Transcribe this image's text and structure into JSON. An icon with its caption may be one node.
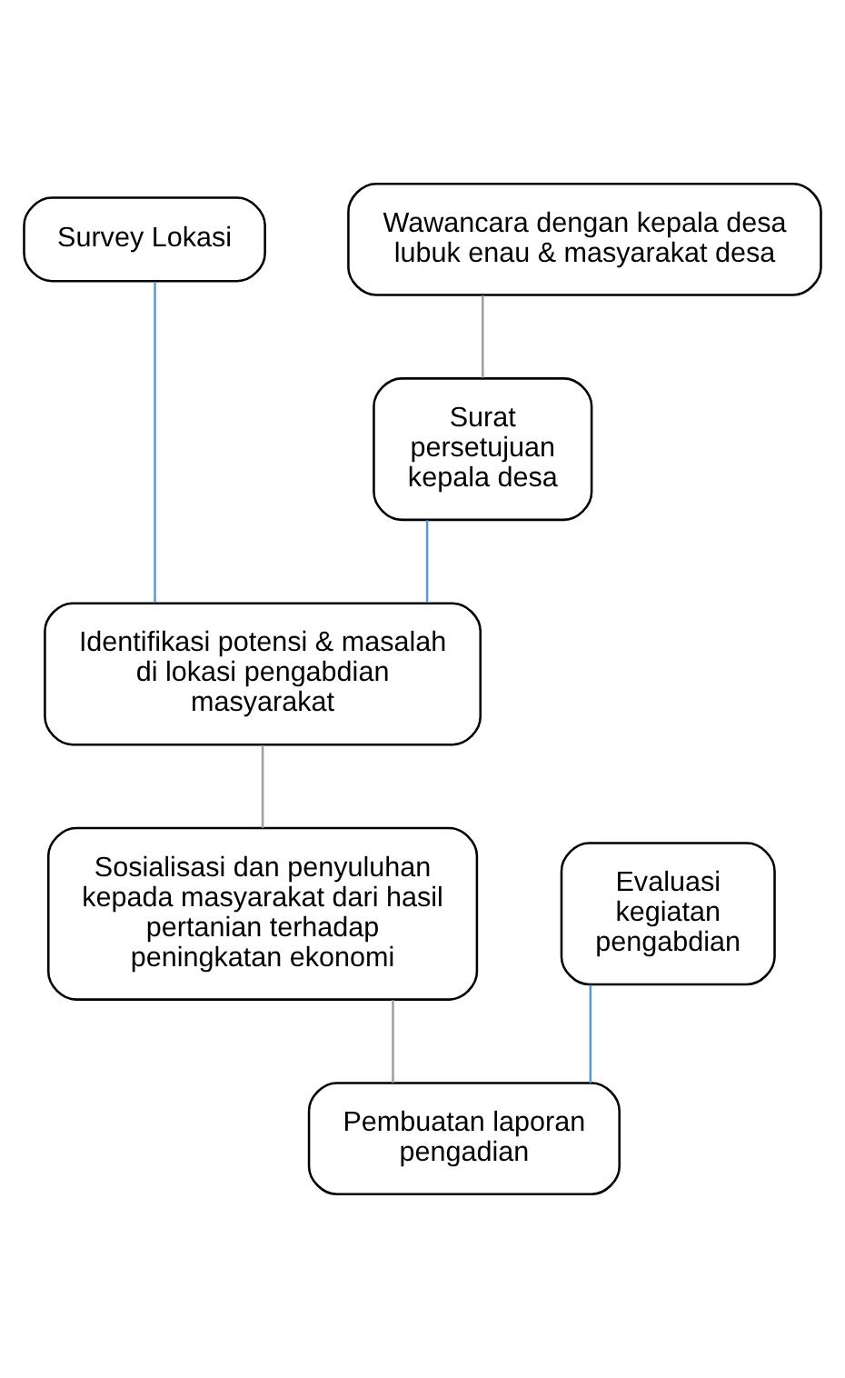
{
  "diagram": {
    "nodes": [
      {
        "text": [
          "Survey Lokasi"
        ]
      },
      {
        "text": [
          "Wawancara dengan kepala desa lubuk enau & masyarakat desa"
        ]
      },
      {
        "text": [
          "Surat persetujuan kepala desa"
        ]
      },
      {
        "text": [
          "Identifikasi potensi & masalah di lokasi pengabdian masyarakat"
        ]
      },
      {
        "text": [
          "Sosialisasi dan penyuluhan kepada masyarakat dari hasil pertanian terhadap peningkatan ekonomi"
        ]
      },
      {
        "text": [
          "Evaluasi kegiatan pengabdian"
        ]
      },
      {
        "text": [
          "Pembuatan laporan pengadian"
        ]
      }
    ],
    "edges": [
      {
        "from": 1,
        "to": 2,
        "arrow": "none"
      },
      {
        "from": 0,
        "to": 3,
        "arrow": "none",
        "color": "#5b9bd5"
      },
      {
        "from": 2,
        "to": 3,
        "arrow": "none",
        "color": "#5b9bd5"
      },
      {
        "from": 3,
        "to": 4,
        "arrow": "none"
      },
      {
        "from": 4,
        "to": 6,
        "arrow": "none"
      },
      {
        "from": 5,
        "to": 6,
        "arrow": "none",
        "color": "#5b9bd5"
      }
    ]
  }
}
